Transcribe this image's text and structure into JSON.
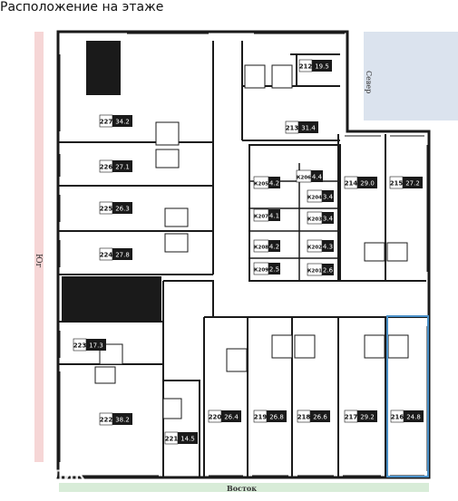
{
  "header": {
    "title": "Расположение на этаже"
  },
  "compass": {
    "north": "Север",
    "south": "Юг",
    "east": "Восток"
  },
  "colors": {
    "wall": "#1a1a1a",
    "south_strip": "#f6d6d6",
    "east_strip": "#d8ecd8",
    "north_strip": "#dbe3ee",
    "selected": "#4a90c8"
  },
  "selected_unit": "216",
  "units": [
    {
      "id": "212",
      "area": "19.5"
    },
    {
      "id": "213",
      "area": "31.4"
    },
    {
      "id": "214",
      "area": "29.0"
    },
    {
      "id": "215",
      "area": "27.2"
    },
    {
      "id": "216",
      "area": "24.8"
    },
    {
      "id": "217",
      "area": "29.2"
    },
    {
      "id": "218",
      "area": "26.6"
    },
    {
      "id": "219",
      "area": "26.8"
    },
    {
      "id": "220",
      "area": "26.4"
    },
    {
      "id": "221",
      "area": "14.5"
    },
    {
      "id": "222",
      "area": "38.2"
    },
    {
      "id": "223",
      "area": "17.3"
    },
    {
      "id": "224",
      "area": "27.8"
    },
    {
      "id": "225",
      "area": "26.3"
    },
    {
      "id": "226",
      "area": "27.1"
    },
    {
      "id": "227",
      "area": "34.2"
    },
    {
      "id": "К206",
      "area": "4.4"
    },
    {
      "id": "К205",
      "area": "4.2"
    },
    {
      "id": "К204",
      "area": "3.4"
    },
    {
      "id": "К207",
      "area": "4.1"
    },
    {
      "id": "К203",
      "area": "3.4"
    },
    {
      "id": "К208",
      "area": "4.2"
    },
    {
      "id": "К202",
      "area": "4.3"
    },
    {
      "id": "К209",
      "area": "2.5"
    },
    {
      "id": "К201",
      "area": "2.6"
    }
  ],
  "watermark": "ДОМКЛИК"
}
